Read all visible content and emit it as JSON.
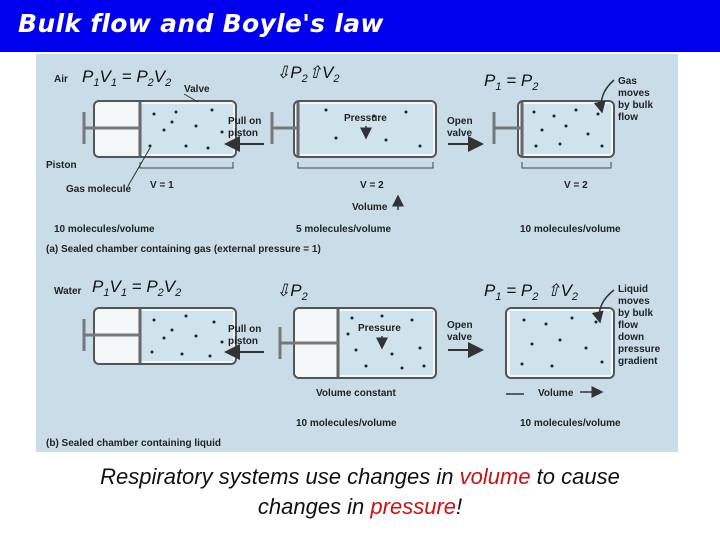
{
  "title": "Bulk flow and Boyle's law",
  "colors": {
    "title_bar": "#0000ee",
    "figure_bg": "#c9dde8",
    "chamber_fill": "#cfe3ec",
    "accent": "#cc1111"
  },
  "panel_a": {
    "medium": "Air",
    "labels": {
      "valve": "Valve",
      "piston": "Piston",
      "gas_molecule": "Gas molecule",
      "pull": [
        "Pull on",
        "piston"
      ],
      "open_valve": [
        "Open",
        "valve"
      ],
      "pressure": "Pressure",
      "volume": "Volume",
      "gas_moves": [
        "Gas",
        "moves",
        "by bulk",
        "flow"
      ]
    },
    "eq1": {
      "P1": "P",
      "s1": "1",
      "V1": "V",
      "s2": "1",
      "eq": " = ",
      "P2": "P",
      "s3": "2",
      "V2": "V",
      "s4": "2"
    },
    "eq2": {
      "arrow1": "⇩",
      "P": "P",
      "s1": "2",
      "arrow2": "⇧",
      "V": "V",
      "s2": "2"
    },
    "eq3": {
      "P1": "P",
      "s1": "1",
      "eq": " = ",
      "P2": "P",
      "s2": "2"
    },
    "v_labels": [
      "V = 1",
      "V = 2",
      "V = 2"
    ],
    "bottom": [
      "10 molecules/volume",
      "5 molecules/volume",
      "10 molecules/volume"
    ],
    "caption": "(a)  Sealed chamber containing gas (external pressure = 1)"
  },
  "panel_b": {
    "medium": "Water",
    "labels": {
      "pull": [
        "Pull on",
        "piston"
      ],
      "open_valve": [
        "Open",
        "valve"
      ],
      "pressure": "Pressure",
      "volume_constant": "Volume constant",
      "volume": "Volume",
      "liquid_moves": [
        "Liquid",
        "moves",
        "by bulk",
        "flow",
        "down",
        "pressure",
        "gradient"
      ]
    },
    "eq1": {
      "P1": "P",
      "s1": "1",
      "V1": "V",
      "s2": "1",
      "eq": " = ",
      "P2": "P",
      "s3": "2",
      "V2": "V",
      "s4": "2"
    },
    "eq2": {
      "arrow1": "⇩",
      "P": "P",
      "s1": "2"
    },
    "eq3": {
      "P1": "P",
      "s1": "1",
      "eq": " = ",
      "P2": "P",
      "s2": "2",
      "arrow": "⇧",
      "V": "V",
      "s3": "2"
    },
    "bottom": [
      "10 molecules/volume",
      "10 molecules/volume"
    ],
    "caption": "(b)  Sealed chamber containing liquid"
  },
  "caption": {
    "line1_a": "Respiratory systems use changes in ",
    "line1_b": "volume",
    "line1_c": " to cause",
    "line2_a": "changes in ",
    "line2_b": "pressure",
    "line2_c": "!"
  }
}
